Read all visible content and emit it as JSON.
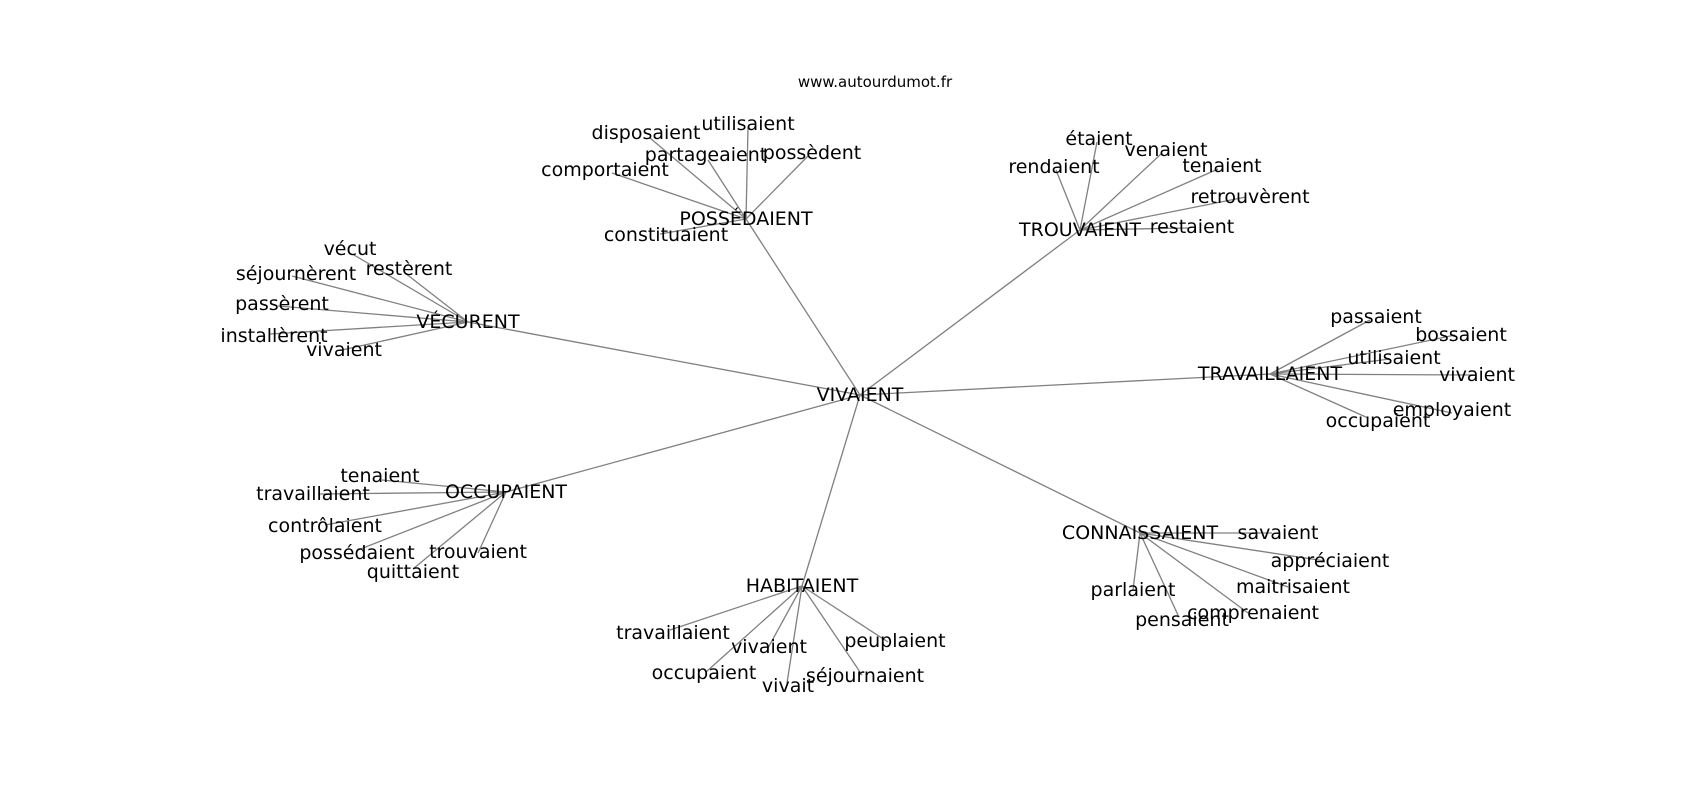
{
  "header": {
    "site_label": "www.autourdumot.fr"
  },
  "graph": {
    "center": "VIVAIENT",
    "clusters": [
      {
        "hub": "POSSÉDAIENT",
        "words": [
          "utilisaient",
          "disposaient",
          "partageaient",
          "possèdent",
          "comportaient",
          "constituaient"
        ]
      },
      {
        "hub": "TROUVAIENT",
        "words": [
          "étaient",
          "venaient",
          "rendaient",
          "tenaient",
          "retrouvèrent",
          "restaient"
        ]
      },
      {
        "hub": "VÉCURENT",
        "words": [
          "vécut",
          "séjournèrent",
          "restèrent",
          "passèrent",
          "installèrent",
          "vivaient"
        ]
      },
      {
        "hub": "TRAVAILLAIENT",
        "words": [
          "passaient",
          "bossaient",
          "utilisaient",
          "vivaient",
          "employaient",
          "occupaient"
        ]
      },
      {
        "hub": "OCCUPAIENT",
        "words": [
          "tenaient",
          "travaillaient",
          "contrôlaient",
          "possédaient",
          "trouvaient",
          "quittaient"
        ]
      },
      {
        "hub": "CONNAISSAIENT",
        "words": [
          "savaient",
          "appréciaient",
          "parlaient",
          "maitrisaient",
          "comprenaient",
          "pensaient"
        ]
      },
      {
        "hub": "HABITAIENT",
        "words": [
          "travaillaient",
          "peuplaient",
          "vivaient",
          "occupaient",
          "séjournaient",
          "vivait"
        ]
      }
    ]
  }
}
